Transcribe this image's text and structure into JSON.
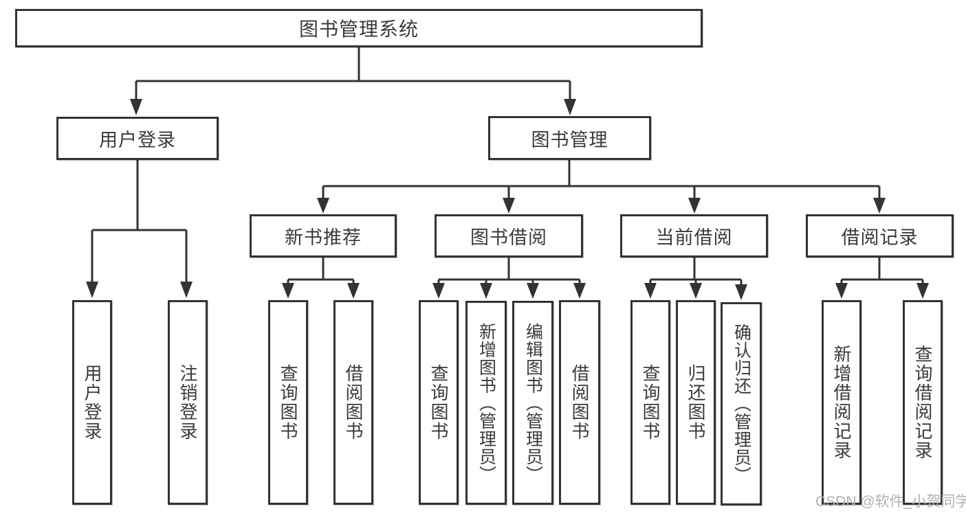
{
  "diagram_title": "图书管理系统",
  "tree": {
    "label": "图书管理系统",
    "children": [
      {
        "label": "用户登录",
        "children": [
          {
            "label": "用户登录"
          },
          {
            "label": "注销登录"
          }
        ]
      },
      {
        "label": "图书管理",
        "children": [
          {
            "label": "新书推荐",
            "children": [
              {
                "label": "查询图书"
              },
              {
                "label": "借阅图书"
              }
            ]
          },
          {
            "label": "图书借阅",
            "children": [
              {
                "label": "查询图书"
              },
              {
                "label": "新增图书（管理员）"
              },
              {
                "label": "编辑图书（管理员）"
              },
              {
                "label": "借阅图书"
              }
            ]
          },
          {
            "label": "当前借阅",
            "children": [
              {
                "label": "查询图书"
              },
              {
                "label": "归还图书"
              },
              {
                "label": "确认归还（管理员）"
              }
            ]
          },
          {
            "label": "借阅记录",
            "children": [
              {
                "label": "新增借阅记录"
              },
              {
                "label": "查询借阅记录"
              }
            ]
          }
        ]
      }
    ]
  },
  "watermark": {
    "text": "CSDN @软件_小贺同学"
  },
  "colors": {
    "line": "#333333",
    "box_border": "#333333",
    "text": "#3a3a3a",
    "watermark": "#b2b2b2",
    "background": "#ffffff"
  }
}
